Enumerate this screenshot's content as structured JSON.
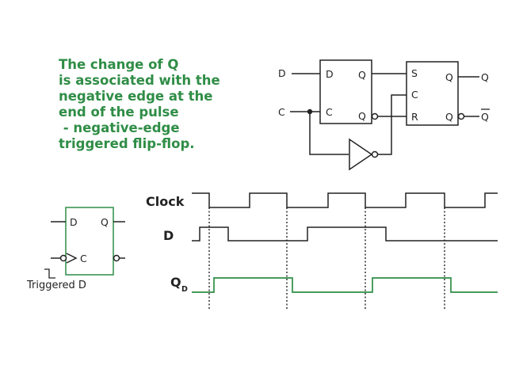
{
  "description": [
    "The change of Q",
    "is associated with the",
    "negative edge at the",
    "end of the pulse",
    " - negative-edge",
    "triggered flip-flop."
  ],
  "colors": {
    "accent": "#2f8d46",
    "line": "#222222"
  },
  "circuit": {
    "input_d": "D",
    "input_c": "C",
    "ff1": {
      "d": "D",
      "q": "Q",
      "c": "C",
      "qbar": "Q"
    },
    "ff2": {
      "s": "S",
      "q": "Q",
      "c": "C",
      "r": "R",
      "qbar": "Q"
    },
    "out_q": "Q",
    "out_qbar": "Q"
  },
  "symbol": {
    "d": "D",
    "q": "Q",
    "c": "C",
    "caption": "Triggered D"
  },
  "timing": {
    "clock_label": "Clock",
    "d_label": "D",
    "q_label": "Q",
    "q_subscript": "D"
  }
}
